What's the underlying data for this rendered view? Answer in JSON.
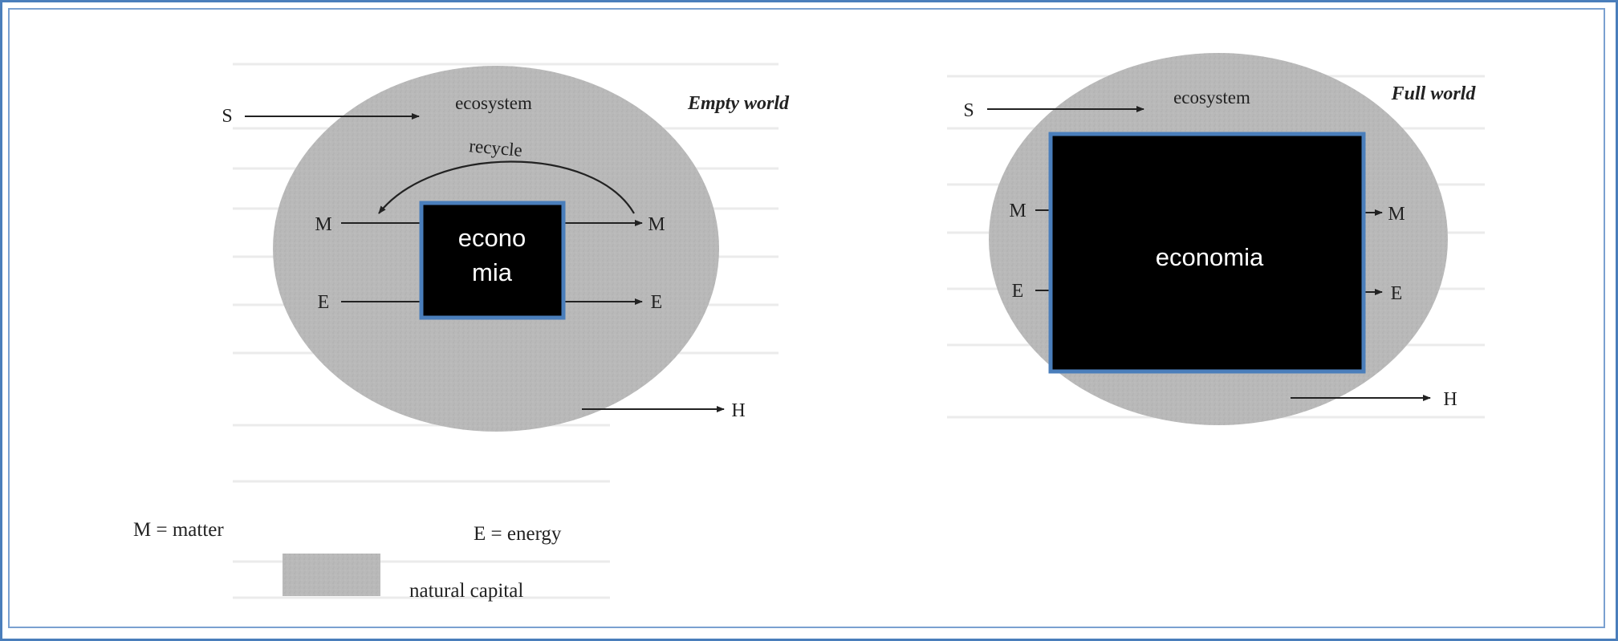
{
  "colors": {
    "frame_outer": "#4a7ebb",
    "frame_inner": "#7aa0d0",
    "ecosystem_fill": "#b9b9b9",
    "economy_fill": "#000000",
    "economy_border": "#4a7ebb",
    "economy_text": "#ffffff"
  },
  "empty_world": {
    "title": "Empty world",
    "ecosystem_label": "ecosystem",
    "recycle_label": "recycle",
    "economy_line1": "econo",
    "economy_line2": "mia",
    "labels": {
      "S": "S",
      "M_in": "M",
      "M_out": "M",
      "E_in": "E",
      "E_out": "E",
      "H": "H"
    }
  },
  "full_world": {
    "title": "Full world",
    "ecosystem_label": "ecosystem",
    "economy_label": "economia",
    "labels": {
      "S": "S",
      "M_in": "M",
      "M_out": "M",
      "E_in": "E",
      "E_out": "E",
      "H": "H"
    }
  },
  "legend": {
    "matter": "M = matter",
    "energy": "E = energy",
    "natural_capital": "natural capital"
  }
}
